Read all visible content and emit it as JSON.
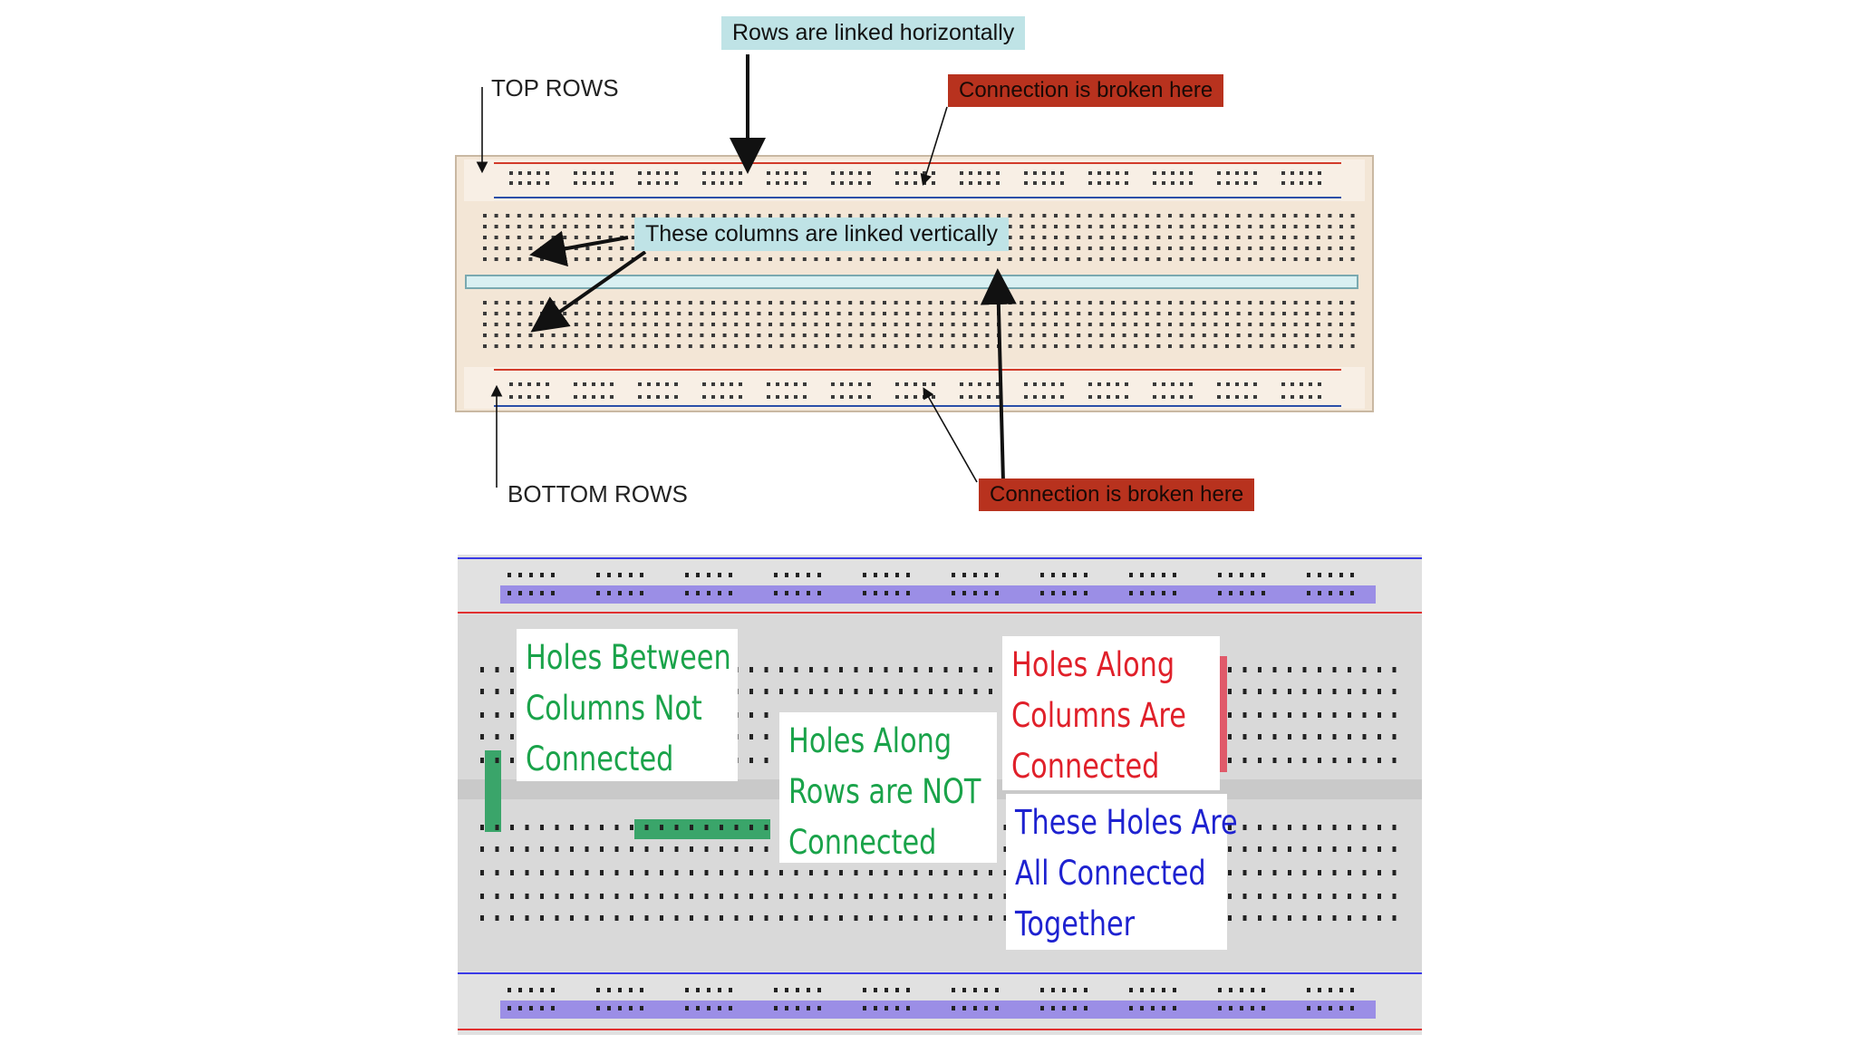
{
  "top_diagram": {
    "labels": {
      "rows_horizontal": "Rows are linked horizontally",
      "top_rows": "TOP ROWS",
      "broken_top": "Connection is broken here",
      "columns_vertical": "These columns are linked vertically",
      "bottom_rows": "BOTTOM ROWS",
      "broken_bottom": "Connection is broken here"
    },
    "colors": {
      "callout_cyan": "#bfe3e6",
      "callout_red": "#b8321e",
      "board": "#f3e6d6",
      "rail_red": "#d23b2a",
      "rail_blue": "#2b4fa8"
    }
  },
  "bottom_diagram": {
    "notes": {
      "between_columns": [
        "Holes Between",
        "Columns Not",
        "Connected"
      ],
      "along_rows": [
        "Holes Along",
        "Rows are NOT",
        "Connected"
      ],
      "along_columns": [
        "Holes Along",
        "Columns Are",
        "Connected"
      ],
      "all_connected": [
        "These Holes Are",
        "All Connected",
        "Together"
      ]
    },
    "colors": {
      "green_text": "#1aa34a",
      "red_text": "#e0202a",
      "blue_text": "#1e22d0",
      "board": "#d6d6d6",
      "rail_highlight": "#9b8ee6",
      "green_mark": "#3aa56a",
      "red_mark": "#e05a6a",
      "blue_mark": "#4a5ae6"
    }
  }
}
